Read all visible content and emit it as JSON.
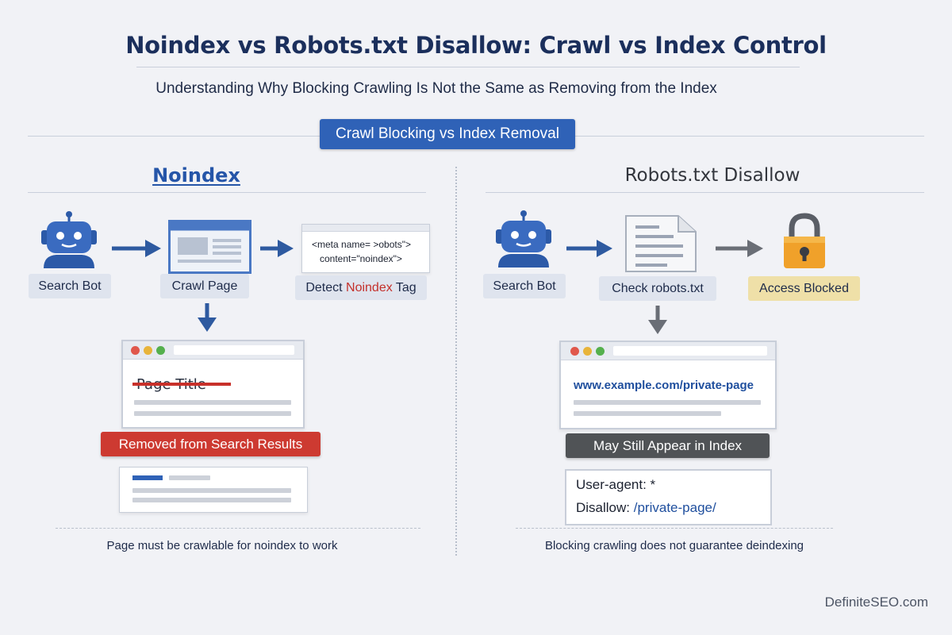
{
  "title": "Noindex vs Robots.txt Disallow: Crawl vs Index Control",
  "subtitle": "Understanding Why Blocking Crawling Is Not the Same as Removing from the Index",
  "section_pill": "Crawl Blocking vs Index Removal",
  "left": {
    "heading": "Noindex",
    "steps": {
      "bot": "Search Bot",
      "crawl": "Crawl Page",
      "detect_prefix": "Detect ",
      "detect_highlight": "Noindex",
      "detect_suffix": " Tag"
    },
    "meta_code": {
      "line1": "<meta name= >obots\">",
      "line2": "content=\"noindex\">"
    },
    "serp_page_title": "Page Title",
    "result_banner": "Removed from Search Results",
    "note": "Page must be crawlable for noindex to work"
  },
  "right": {
    "heading": "Robots.txt Disallow",
    "steps": {
      "bot": "Search Bot",
      "check": "Check robots.txt",
      "blocked": "Access Blocked"
    },
    "url": "www.example.com/private-page",
    "result_banner": "May Still Appear in Index",
    "code": {
      "line1": "User-agent: *",
      "line2_prefix": "Disallow: ",
      "line2_path": "/private-page/"
    },
    "note": "Blocking crawling does not guarantee deindexing"
  },
  "brand": "DefiniteSEO.com",
  "colors": {
    "accent_blue": "#2f62b7",
    "title_navy": "#1b2f5c",
    "alert_red": "#cd3a31",
    "neutral_dark": "#505356",
    "lock_orange": "#f0a12a"
  },
  "icons": [
    "robot-icon",
    "arrow-right-icon",
    "arrow-down-icon",
    "browser-window-icon",
    "document-icon",
    "padlock-icon"
  ]
}
